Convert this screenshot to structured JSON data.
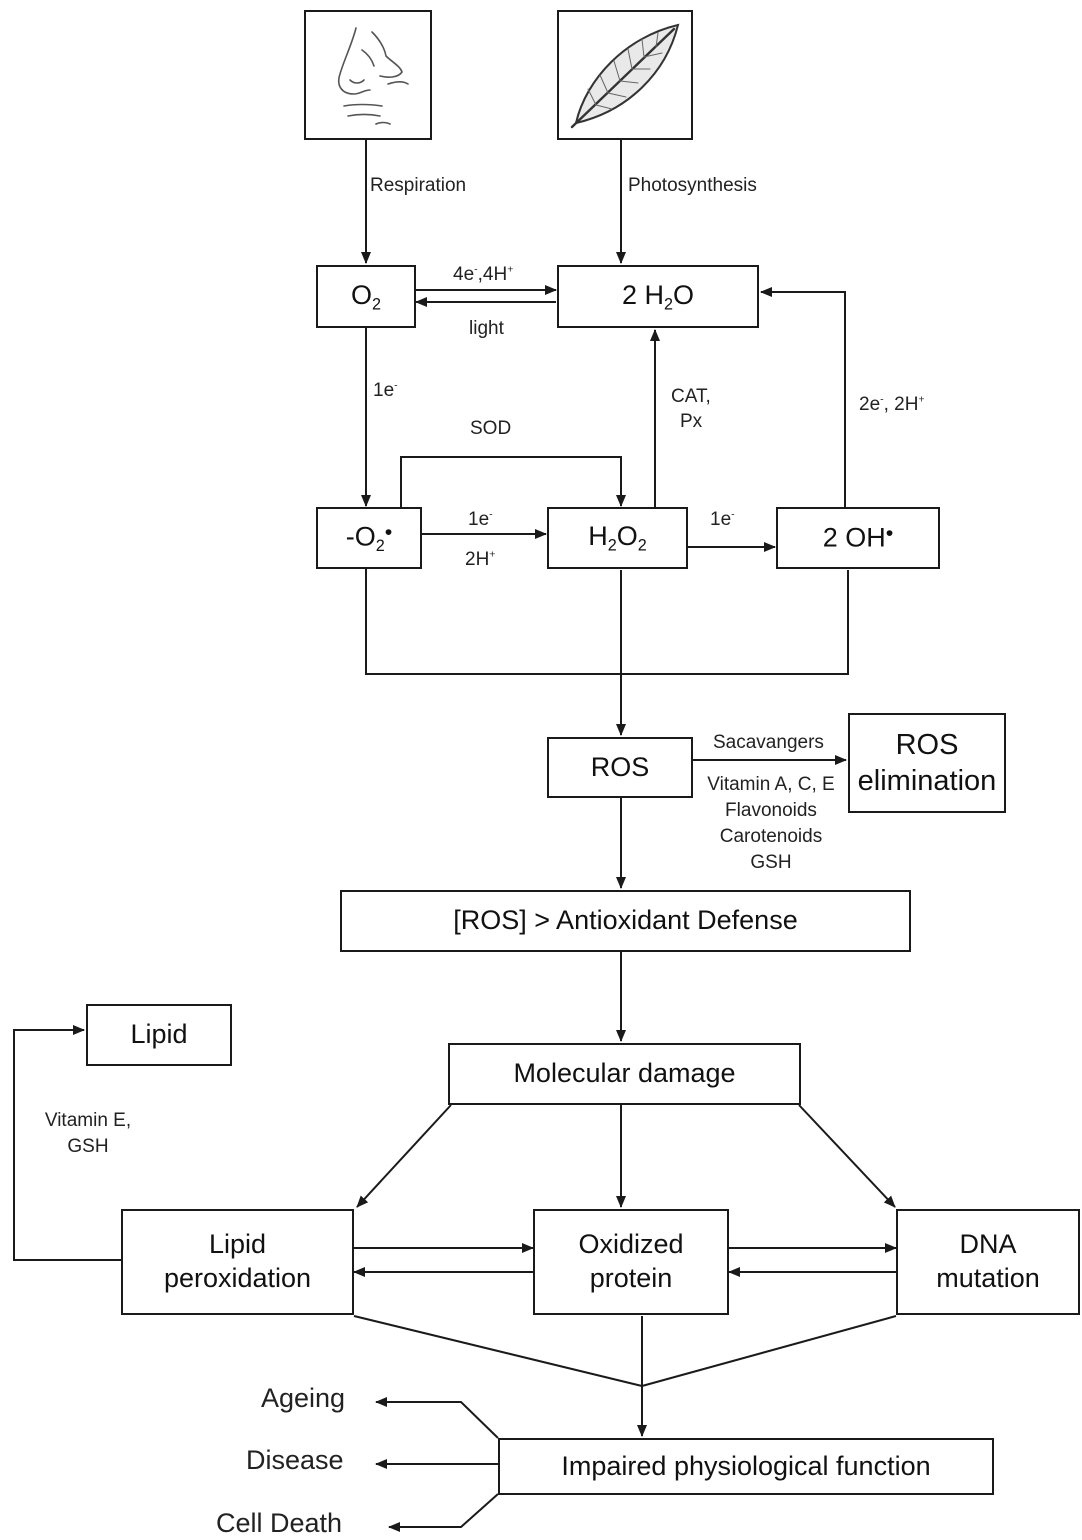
{
  "sources": {
    "respiration_label": "Respiration",
    "photosynthesis_label": "Photosynthesis"
  },
  "nodes": {
    "o2": {
      "main": "O",
      "sub": "2"
    },
    "water": {
      "prefix": "2 H",
      "sub": "2",
      "suffix": "O"
    },
    "superoxide": {
      "prefix": "-O",
      "sub": "2",
      "dot": "•"
    },
    "h2o2": {
      "h": "H",
      "sub1": "2",
      "o": "O",
      "sub2": "2"
    },
    "hydroxyl": {
      "text": "2 OH",
      "dot": "•"
    },
    "ros": "ROS",
    "ros_elimination": {
      "line1": "ROS",
      "line2": "elimination"
    },
    "antioxidant_defense": "[ROS] > Antioxidant Defense",
    "molecular_damage": "Molecular damage",
    "lipid": "Lipid",
    "lipid_peroxidation": {
      "line1": "Lipid",
      "line2": "peroxidation"
    },
    "oxidized_protein": {
      "line1": "Oxidized",
      "line2": "protein"
    },
    "dna_mutation": {
      "line1": "DNA",
      "line2": "mutation"
    },
    "impaired_function": "Impaired physiological function"
  },
  "edge_labels": {
    "o2_to_water": {
      "a": "4e",
      "a_sup": "-",
      "b": ",4H",
      "b_sup": "+"
    },
    "water_to_o2": "light",
    "o2_to_superoxide": {
      "text": "1e",
      "sup": "-"
    },
    "sod": "SOD",
    "superoxide_to_h2o2_top": {
      "text": "1e",
      "sup": "-"
    },
    "superoxide_to_h2o2_bottom": {
      "text": "2H",
      "sup": "+"
    },
    "cat_px_line1": "CAT,",
    "cat_px_line2": "Px",
    "h2o2_to_oh": {
      "text": "1e",
      "sup": "-"
    },
    "oh_to_water": {
      "a": "2e",
      "a_sup": "-",
      "b": ", 2H",
      "b_sup": "+"
    },
    "scavengers": "Sacavangers",
    "scavenger_list": [
      "Vitamin A, C, E",
      "Flavonoids",
      "Carotenoids",
      "GSH"
    ],
    "lipid_protection": [
      "Vitamin E,",
      "GSH"
    ]
  },
  "outcomes": [
    "Ageing",
    "Disease",
    "Cell Death"
  ],
  "colors": {
    "line": "#1a1a1a",
    "text": "#222222",
    "background": "#ffffff"
  },
  "icons": [
    "nose-illustration-icon",
    "leaf-illustration-icon"
  ]
}
